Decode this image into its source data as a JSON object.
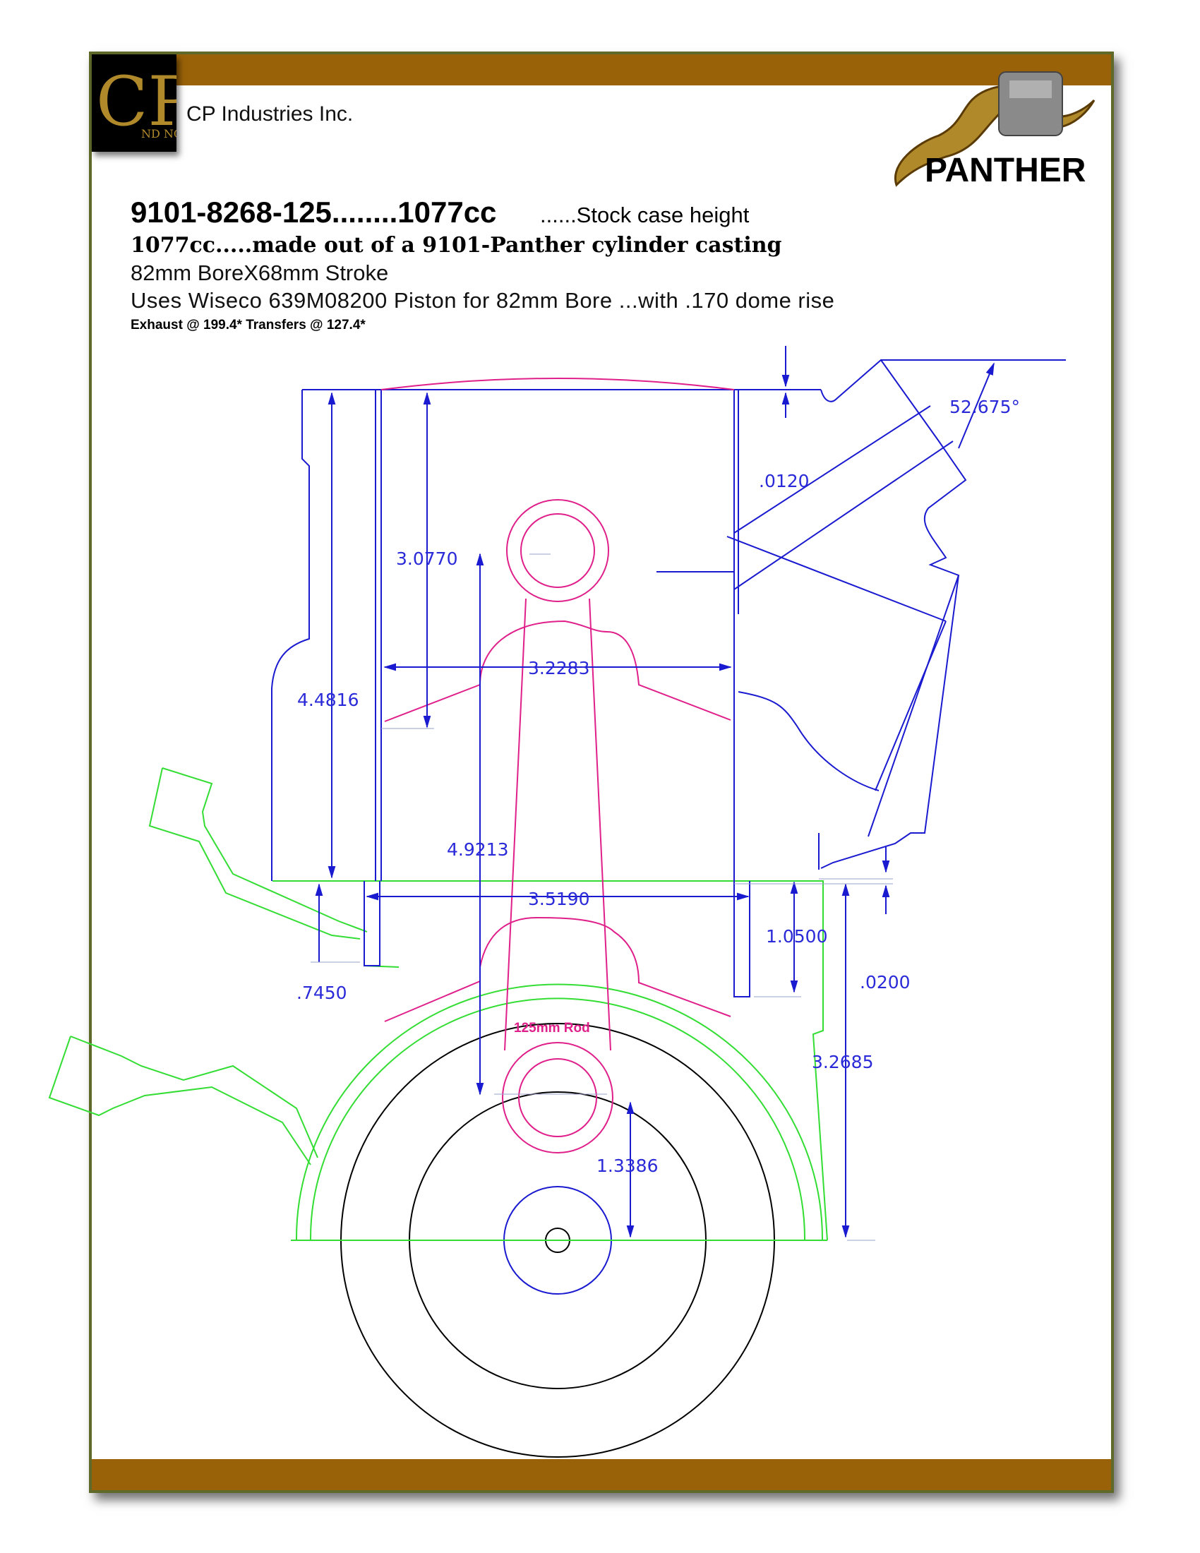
{
  "header": {
    "company": "CP Industries Inc.",
    "logo_text": "CP",
    "logo_sub": "ND NC",
    "brand": "PANTHER"
  },
  "spec": {
    "part_number": "9101-8268-125........1077cc",
    "case_note": "......Stock case height",
    "casting_note": "1077cc.....made out of a 9101-Panther cylinder casting",
    "bore_stroke": "82mm BoreX68mm Stroke",
    "piston_note": "Uses Wiseco 639M08200 Piston for 82mm Bore ...with .170 dome rise",
    "ports": "Exhaust @ 199.4*     Transfers @ 127.4*"
  },
  "dimensions": {
    "deck_gap": ".0120",
    "port_angle": "52.675°",
    "pin_to_deck": "3.0770",
    "bore_width": "3.2283",
    "cylinder_height": "4.4816",
    "rod_length": "4.9213",
    "spigot_width": "3.5190",
    "spigot_length_left": ".7450",
    "spigot_length_right": "1.0500",
    "base_gap": ".0200",
    "deck_to_crank": "3.2685",
    "stroke_half": "1.3386",
    "rod_label": "125mm Rod"
  },
  "colors": {
    "frame": "#5f6a2a",
    "bar": "#9a6208",
    "cylinder": "#1a1ad0",
    "piston_rod": "#e0208a",
    "case": "#33dd33",
    "crank": "#000000"
  }
}
